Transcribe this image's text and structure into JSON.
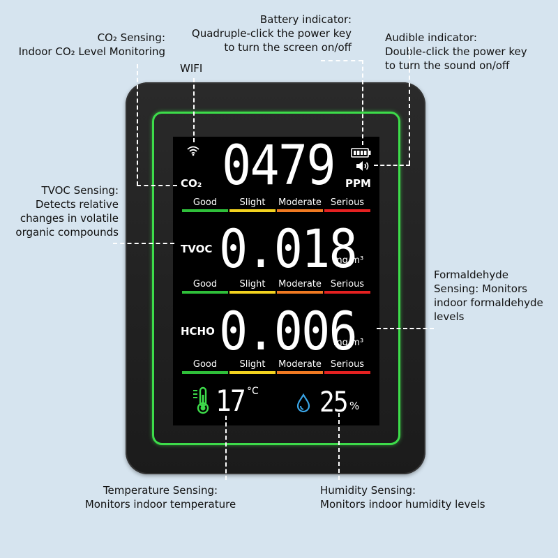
{
  "annotations": {
    "co2": [
      "CO₂ Sensing:",
      "Indoor CO₂ Level Monitoring"
    ],
    "wifi": "WIFI",
    "battery": [
      "Battery indicator:",
      "Quadruple-click the power key",
      "to turn the screen on/off"
    ],
    "audible": [
      "Audible indicator:",
      "Double-click the power key",
      "to turn the sound on/off"
    ],
    "tvoc": [
      "TVOC Sensing:",
      "Detects relative",
      "changes in volatile",
      "organic compounds"
    ],
    "hcho": [
      "Formaldehyde",
      "Sensing: Monitors",
      "indoor formaldehyde",
      "levels"
    ],
    "temperature": [
      "Temperature Sensing:",
      "Monitors indoor temperature"
    ],
    "humidity": [
      "Humidity Sensing:",
      "Monitors indoor humidity levels"
    ]
  },
  "display": {
    "co2": {
      "label": "CO₂",
      "value": "0479",
      "unit": "PPM"
    },
    "tvoc": {
      "label": "TVOC",
      "value": "0.018",
      "unit": "mg/m³"
    },
    "hcho": {
      "label": "HCHO",
      "value": "0.006",
      "unit": "mg/m³"
    },
    "temperature": {
      "value": "17",
      "unit": "°C"
    },
    "humidity": {
      "value": "25",
      "unit": "%"
    },
    "levels": [
      {
        "label": "Good",
        "color": "#2fbf3a"
      },
      {
        "label": "Slight",
        "color": "#f2d21f"
      },
      {
        "label": "Moderate",
        "color": "#f07a22"
      },
      {
        "label": "Serious",
        "color": "#e52121"
      }
    ]
  },
  "icons": {
    "wifi": "wifi-icon",
    "battery": "battery-icon",
    "speaker": "speaker-icon",
    "thermometer": "thermometer-icon",
    "droplet": "droplet-icon"
  },
  "colors": {
    "background": "#d6e4ef",
    "screen_frame": "#3ddc4a",
    "thermometer": "#3ddc4a",
    "droplet": "#3aa6e8"
  }
}
